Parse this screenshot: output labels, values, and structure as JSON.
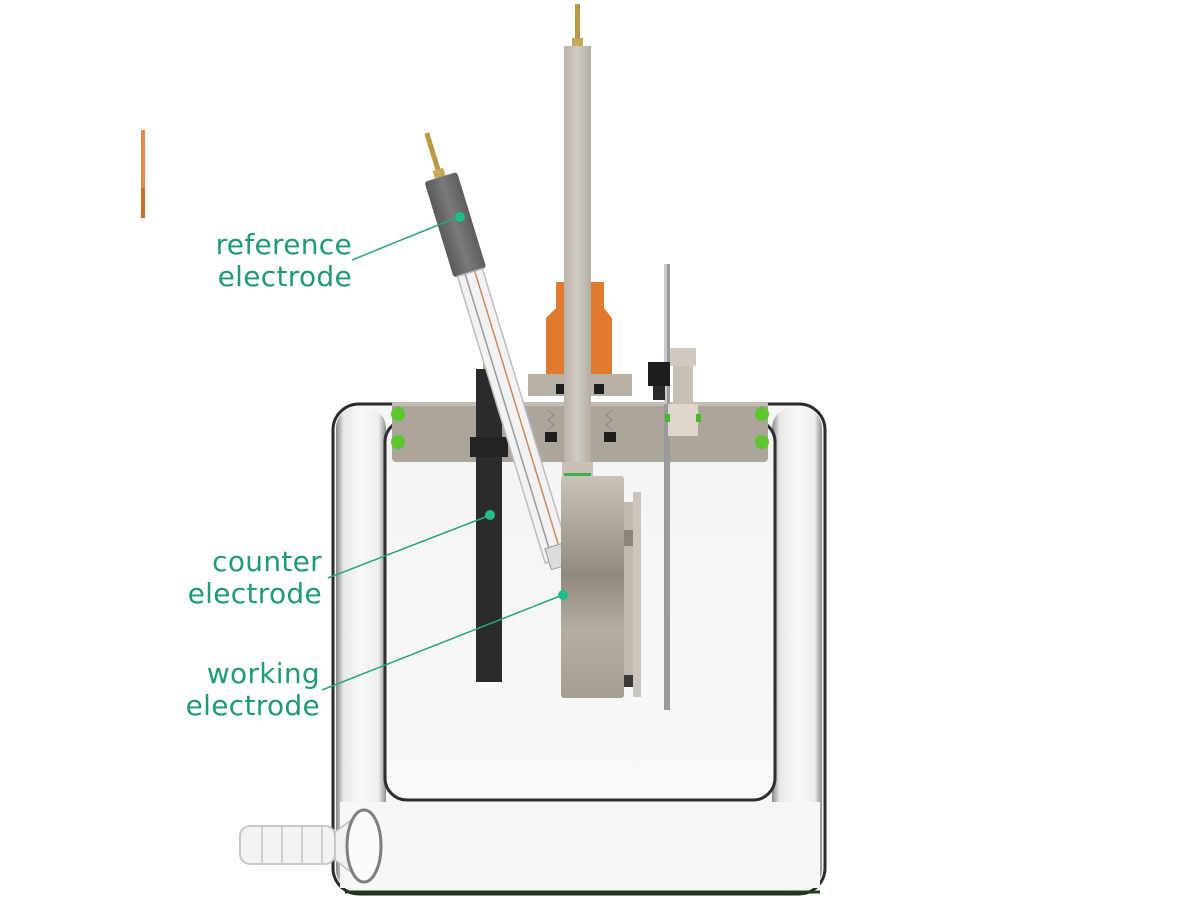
{
  "diagram": {
    "subject": "electrochemical three-electrode cell",
    "colors": {
      "label_text": "#1f9a78",
      "leader_line": "#2aa581",
      "marker_dot": "#1fbf8c",
      "peek_gray": "#a9a49c",
      "orange_fitting": "#e07a30",
      "carbon_black": "#2b2b2b",
      "oring_green": "#55c22a",
      "gold_pin": "#b99a45"
    },
    "labels": [
      {
        "id": "reference",
        "line1": "reference",
        "line2": "electrode"
      },
      {
        "id": "counter",
        "line1": "counter",
        "line2": "electrode"
      },
      {
        "id": "working",
        "line1": "working",
        "line2": "electrode"
      }
    ]
  }
}
